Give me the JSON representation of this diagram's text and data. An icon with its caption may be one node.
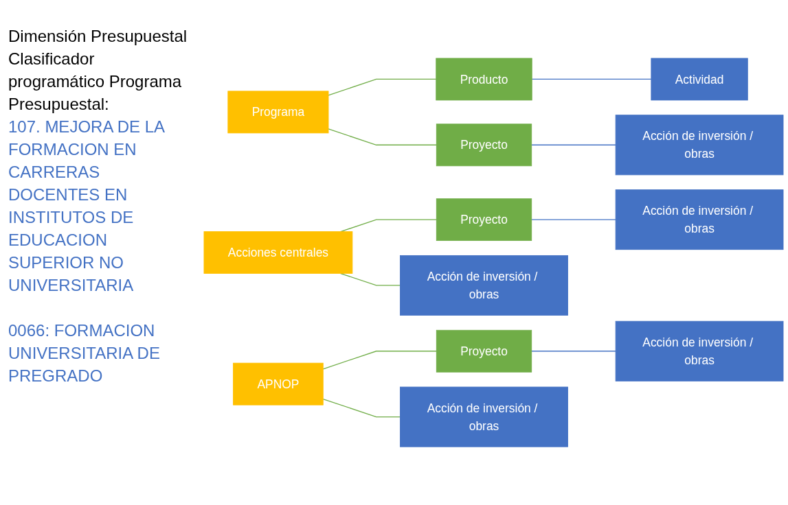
{
  "diagram": {
    "nodes": [
      {
        "text": [
          "Programa"
        ]
      },
      {
        "text": [
          "Producto"
        ]
      },
      {
        "text": [
          "Actividad"
        ]
      },
      {
        "text": [
          "Proyecto"
        ]
      },
      {
        "text": [
          "Acción de inversión / obras"
        ]
      },
      {
        "text": [
          "Acciones centrales"
        ]
      },
      {
        "text": [
          "Proyecto"
        ]
      },
      {
        "text": [
          "Acción de inversión / obras"
        ]
      },
      {
        "text": [
          "Acción de inversión / obras"
        ]
      },
      {
        "text": [
          "APNOP"
        ]
      },
      {
        "text": [
          "Proyecto"
        ]
      },
      {
        "text": [
          "Acción de inversión / obras"
        ]
      },
      {
        "text": [
          "Acción de inversión / obras"
        ]
      }
    ],
    "edges": [
      {
        "from": 0,
        "to": 1,
        "arrow": "none"
      },
      {
        "from": 0,
        "to": 3,
        "arrow": "none"
      },
      {
        "from": 1,
        "to": 2,
        "arrow": "none",
        "color": "#4472c4"
      },
      {
        "from": 3,
        "to": 4,
        "arrow": "none",
        "color": "#4472c4"
      },
      {
        "from": 5,
        "to": 6,
        "arrow": "none"
      },
      {
        "from": 5,
        "to": 8,
        "arrow": "none"
      },
      {
        "from": 6,
        "to": 7,
        "arrow": "none",
        "color": "#4472c4"
      },
      {
        "from": 9,
        "to": 10,
        "arrow": "none"
      },
      {
        "from": 9,
        "to": 12,
        "arrow": "none"
      },
      {
        "from": 10,
        "to": 11,
        "arrow": "none",
        "color": "#4472c4"
      }
    ],
    "labels": [
      "Dimensión Presupuestal Clasificador programático Programa Presupuestal:",
      "107. MEJORA DE LA FORMACION EN CARRERAS DOCENTES EN INSTITUTOS DE EDUCACION SUPERIOR NO UNIVERSITARIA",
      "0066: FORMACION UNIVERSITARIA DE PREGRADO"
    ]
  }
}
